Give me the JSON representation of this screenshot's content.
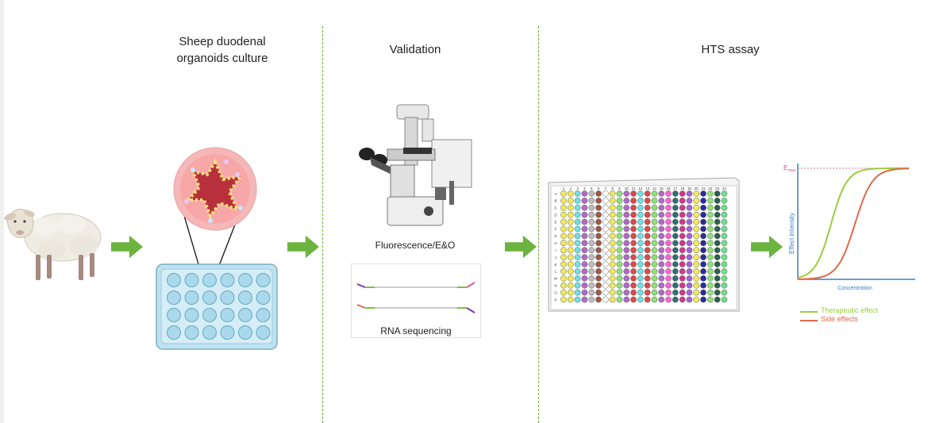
{
  "sections": {
    "culture": {
      "title_line1": "Sheep duodenal",
      "title_line2": "organoids culture"
    },
    "validation": {
      "title": "Validation",
      "microscopy_caption": "Fluorescence/E&O",
      "rnaseq_caption": "RNA sequencing"
    },
    "hts": {
      "title": "HTS assay"
    }
  },
  "plate": {
    "column_labels": [
      "1",
      "2",
      "3",
      "4",
      "5",
      "6",
      "7",
      "8",
      "9",
      "10",
      "11",
      "12",
      "13",
      "14",
      "15",
      "16",
      "17",
      "18",
      "19",
      "20",
      "21",
      "22",
      "23",
      "24"
    ],
    "row_labels": [
      "A",
      "B",
      "C",
      "D",
      "E",
      "F",
      "G",
      "H",
      "I",
      "J",
      "K",
      "L",
      "M",
      "N",
      "O",
      "P"
    ],
    "column_colors": [
      "#f2ea5a",
      "#f2ea5a",
      "#6fe0e6",
      "#b06ac8",
      "#bdbdbd",
      "#9c5a46",
      "#ffffff",
      "#f2ea5a",
      "#8fe07a",
      "#b06ac8",
      "#e04848",
      "#6fe0e6",
      "#e04848",
      "#8fe07a",
      "#b06ac8",
      "#ff66cc",
      "#2e7070",
      "#d03a8a",
      "#a064d8",
      "#f2ea5a",
      "#2a2aa0",
      "#8fe07a",
      "#2e5e4e",
      "#6fe08a"
    ]
  },
  "chart": {
    "emax_label": "Emax",
    "ylabel": "Effect intensity",
    "xlabel": "Concentration",
    "legend": [
      {
        "name": "Therapeutic effect",
        "color": "#9ccc3c"
      },
      {
        "name": "Side effects",
        "color": "#e06a48"
      }
    ]
  },
  "colors": {
    "arrow": "#6db33f",
    "divider": "#6aaa3a",
    "axis": "#3a7fc0"
  }
}
